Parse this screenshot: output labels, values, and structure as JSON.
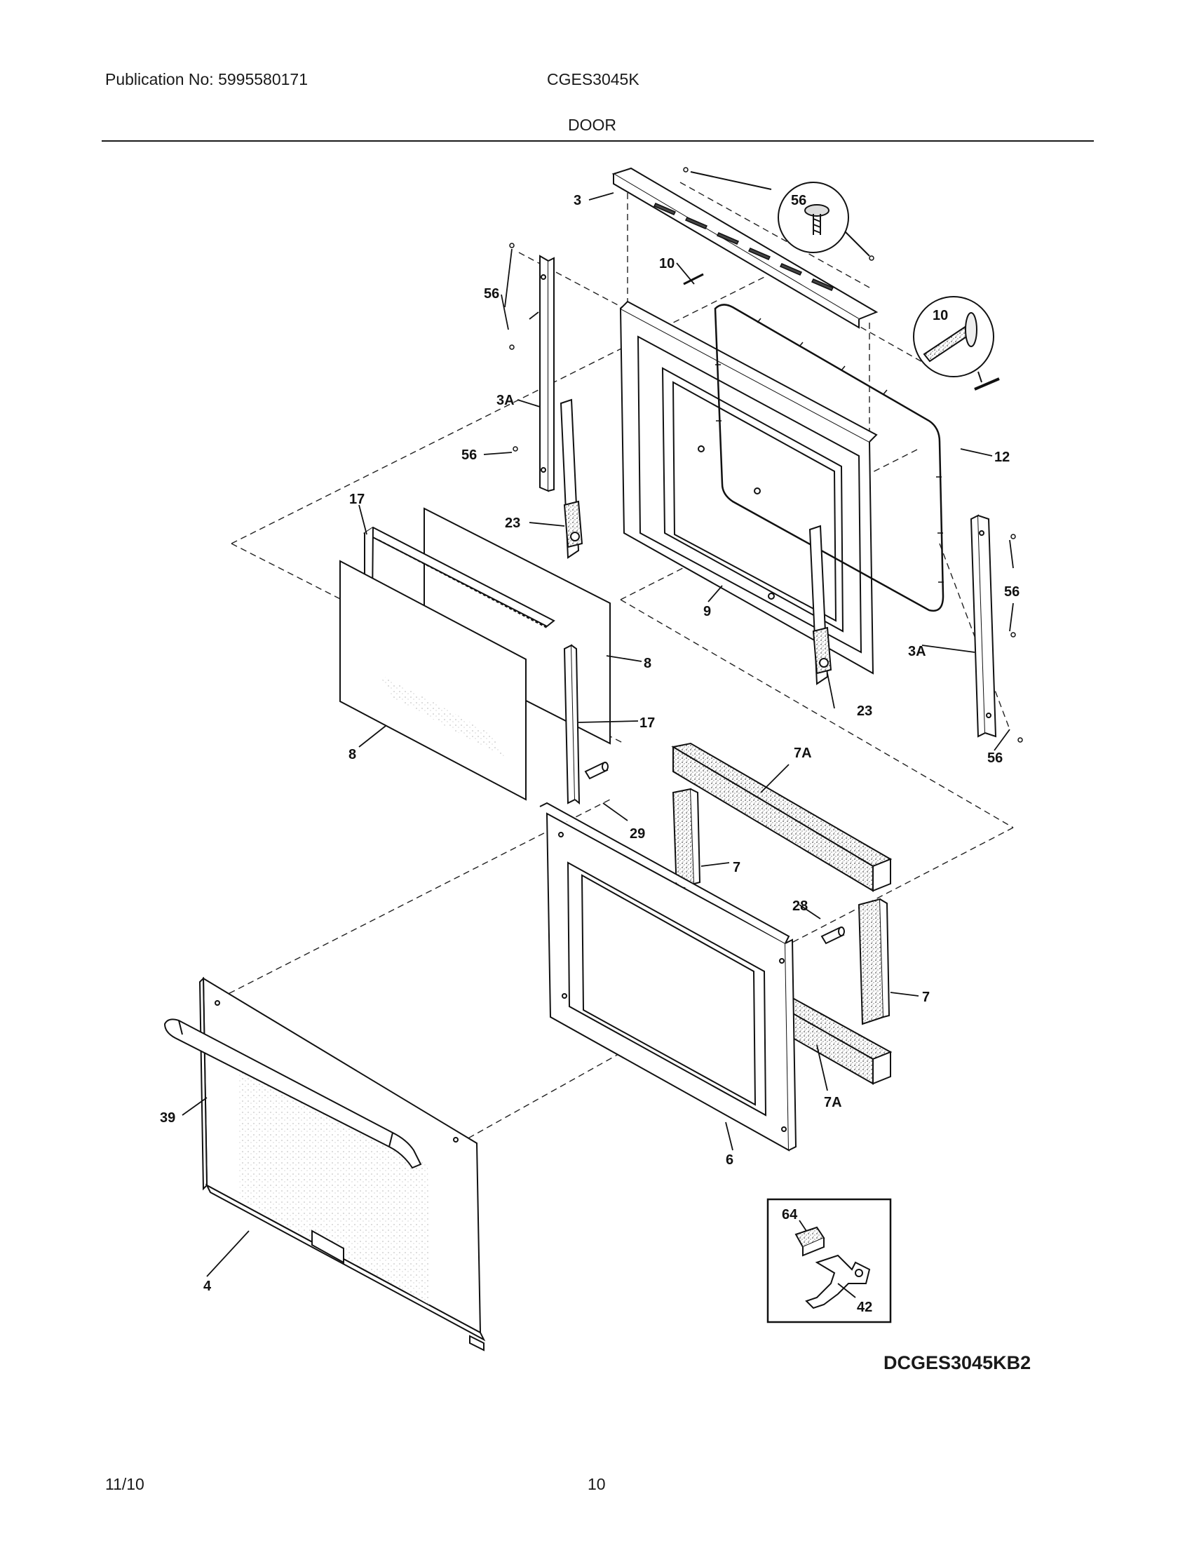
{
  "header": {
    "publication": "Publication No: 5995580171",
    "model": "CGES3045K",
    "section": "DOOR"
  },
  "callouts": [
    {
      "id": "c-3",
      "label": "3"
    },
    {
      "id": "c-56-detail",
      "label": "56"
    },
    {
      "id": "c-10-a",
      "label": "10"
    },
    {
      "id": "c-10-detail",
      "label": "10"
    },
    {
      "id": "c-56-a",
      "label": "56"
    },
    {
      "id": "c-3a-a",
      "label": "3A"
    },
    {
      "id": "c-56-b",
      "label": "56"
    },
    {
      "id": "c-12",
      "label": "12"
    },
    {
      "id": "c-17-a",
      "label": "17"
    },
    {
      "id": "c-23-a",
      "label": "23"
    },
    {
      "id": "c-56-c",
      "label": "56"
    },
    {
      "id": "c-9",
      "label": "9"
    },
    {
      "id": "c-3a-b",
      "label": "3A"
    },
    {
      "id": "c-8-a",
      "label": "8"
    },
    {
      "id": "c-17-b",
      "label": "17"
    },
    {
      "id": "c-23-b",
      "label": "23"
    },
    {
      "id": "c-8-b",
      "label": "8"
    },
    {
      "id": "c-56-d",
      "label": "56"
    },
    {
      "id": "c-7a-a",
      "label": "7A"
    },
    {
      "id": "c-29",
      "label": "29"
    },
    {
      "id": "c-7-a",
      "label": "7"
    },
    {
      "id": "c-28",
      "label": "28"
    },
    {
      "id": "c-7-b",
      "label": "7"
    },
    {
      "id": "c-39",
      "label": "39"
    },
    {
      "id": "c-7a-b",
      "label": "7A"
    },
    {
      "id": "c-6",
      "label": "6"
    },
    {
      "id": "c-64",
      "label": "64"
    },
    {
      "id": "c-42",
      "label": "42"
    },
    {
      "id": "c-4",
      "label": "4"
    }
  ],
  "diagram_code": "DCGES3045KB2",
  "footer": {
    "date": "11/10",
    "page": "10"
  }
}
